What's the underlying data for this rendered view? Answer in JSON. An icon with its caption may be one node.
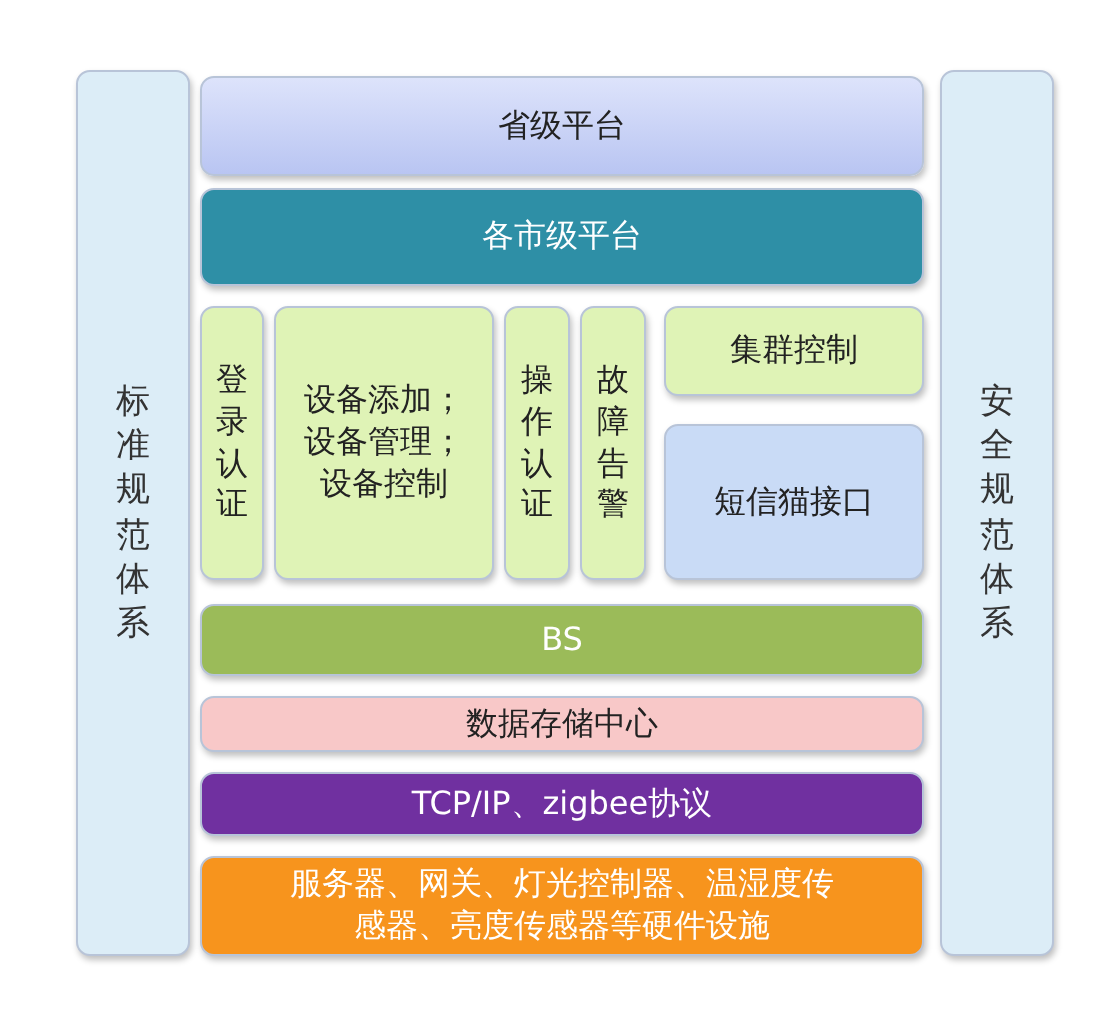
{
  "diagram": {
    "nodes": [
      {
        "text": [
          "标准规范体系"
        ]
      },
      {
        "text": [
          "省级平台"
        ]
      },
      {
        "text": [
          "各市级平台"
        ]
      },
      {
        "text": [
          "登录认证"
        ]
      },
      {
        "text": [
          "设备添加；设备管理；设备控制"
        ]
      },
      {
        "text": [
          "操作认证"
        ]
      },
      {
        "text": [
          "故障告警"
        ]
      },
      {
        "text": [
          "集群控制"
        ]
      },
      {
        "text": [
          "短信猫接口"
        ]
      },
      {
        "text": [
          "BS"
        ]
      },
      {
        "text": [
          "数据存储中心"
        ]
      },
      {
        "text": [
          "TCP/IP、zigbee协议"
        ]
      },
      {
        "text": [
          "服务器、网关、灯光控制器、温湿度传感器、亮度传感器等硬件设施"
        ]
      },
      {
        "text": [
          "安全规范体系"
        ]
      }
    ]
  }
}
